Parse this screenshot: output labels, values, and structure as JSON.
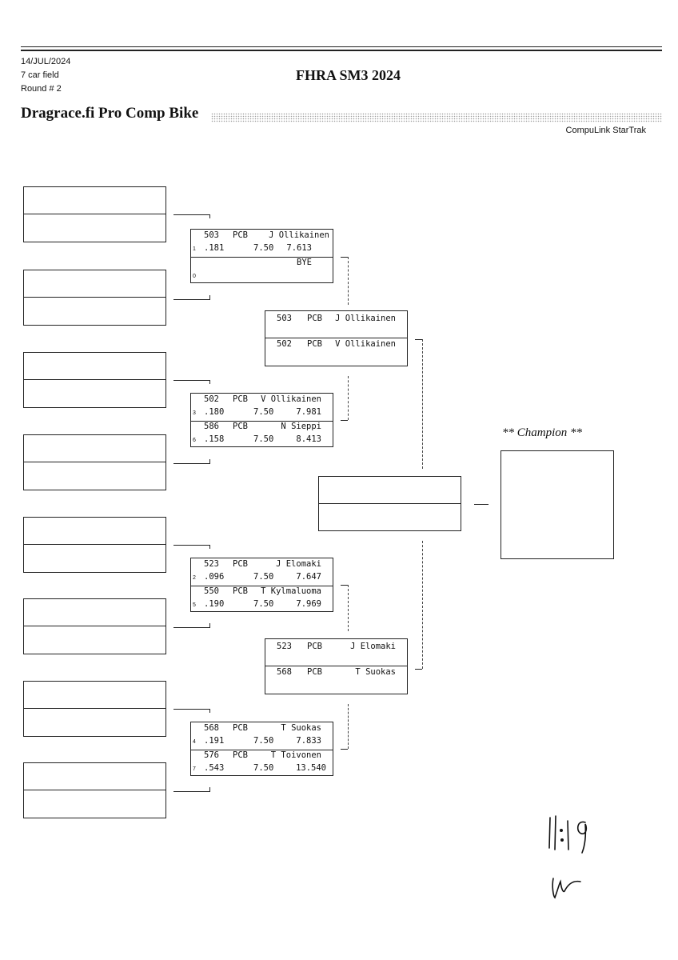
{
  "header": {
    "date": "14/JUL/2024",
    "field": "7 car field",
    "round": "Round # 2",
    "event_title": "FHRA SM3 2024",
    "class_title": "Dragrace.fi Pro Comp Bike",
    "software": "CompuLink StarTrak"
  },
  "round2": {
    "match1": {
      "top": {
        "car": "503",
        "cls": "PCB",
        "name": "J Ollikainen",
        "lane": "1",
        "rt": ".181",
        "dial": "7.50",
        "et": "7.613"
      },
      "bottom": {
        "car": "",
        "cls": "",
        "name": "BYE",
        "lane": "0",
        "rt": "",
        "dial": "",
        "et": ""
      }
    },
    "match2": {
      "top": {
        "car": "502",
        "cls": "PCB",
        "name": "V Ollikainen",
        "lane": "3",
        "rt": ".180",
        "dial": "7.50",
        "et": "7.981"
      },
      "bottom": {
        "car": "586",
        "cls": "PCB",
        "name": "N Sieppi",
        "lane": "6",
        "rt": ".158",
        "dial": "7.50",
        "et": "8.413"
      }
    },
    "match3": {
      "top": {
        "car": "523",
        "cls": "PCB",
        "name": "J Elomaki",
        "lane": "2",
        "rt": ".096",
        "dial": "7.50",
        "et": "7.647"
      },
      "bottom": {
        "car": "550",
        "cls": "PCB",
        "name": "T Kylmaluoma",
        "lane": "5",
        "rt": ".190",
        "dial": "7.50",
        "et": "7.969"
      }
    },
    "match4": {
      "top": {
        "car": "568",
        "cls": "PCB",
        "name": "T Suokas",
        "lane": "4",
        "rt": ".191",
        "dial": "7.50",
        "et": "7.833"
      },
      "bottom": {
        "car": "576",
        "cls": "PCB",
        "name": "T Toivonen",
        "lane": "7",
        "rt": ".543",
        "dial": "7.50",
        "et": "13.540"
      }
    }
  },
  "round3": {
    "semi1": {
      "top": {
        "car": "503",
        "cls": "PCB",
        "name": "J Ollikainen"
      },
      "bottom": {
        "car": "502",
        "cls": "PCB",
        "name": "V Ollikainen"
      }
    },
    "semi2": {
      "top": {
        "car": "523",
        "cls": "PCB",
        "name": "J Elomaki"
      },
      "bottom": {
        "car": "568",
        "cls": "PCB",
        "name": "T Suokas"
      }
    }
  },
  "champion_label": "** Champion **",
  "handwriting": {
    "time": "11:19",
    "initials": "signature"
  }
}
